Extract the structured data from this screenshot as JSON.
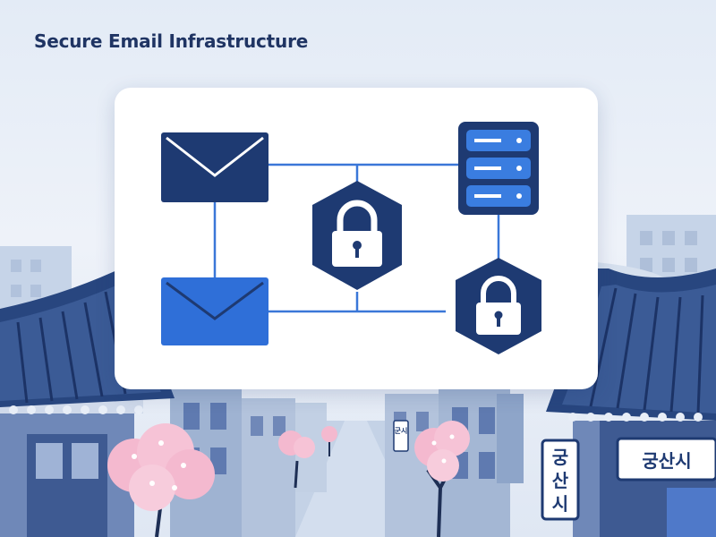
{
  "title": "Secure Email Infrastructure",
  "signs": {
    "shop_sign": "궁산시",
    "vertical_sign": [
      "궁",
      "산",
      "시"
    ],
    "small_sign": "군시"
  },
  "icons": {
    "envelope_top": "envelope-icon",
    "envelope_bottom": "envelope-icon",
    "server": "server-stack-icon",
    "lock_center": "padlock-icon",
    "lock_right": "padlock-icon"
  },
  "colors": {
    "navy": "#1e3a72",
    "blue": "#2f6fd8",
    "connector": "#3a77d8",
    "roof": "#28467f",
    "blossom": "#f4b9cf"
  }
}
